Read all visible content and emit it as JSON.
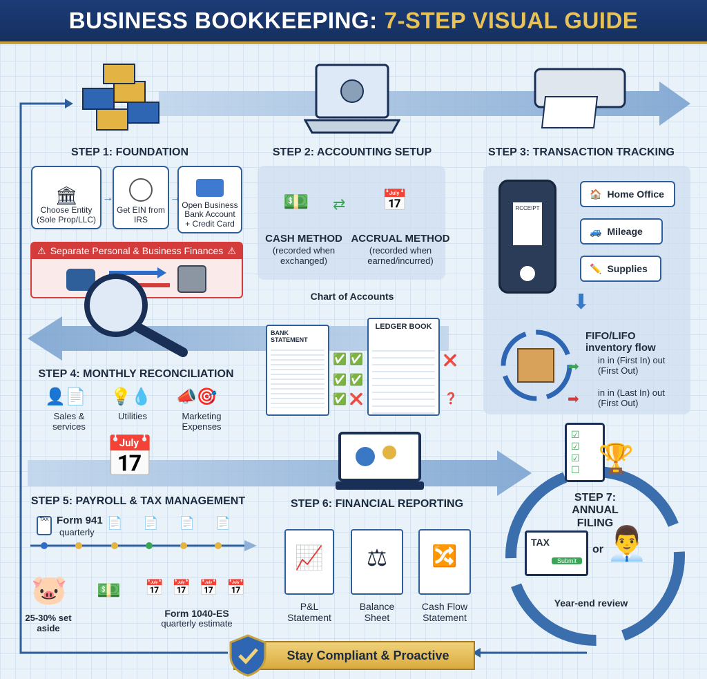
{
  "header": {
    "title_main": "BUSINESS BOOKKEEPING:",
    "title_accent": "7-STEP VISUAL GUIDE"
  },
  "step1": {
    "title": "STEP 1: FOUNDATION",
    "cards": [
      "Choose Entity (Sole Prop/LLC)",
      "Get EIN from IRS",
      "Open Business Bank Account + Credit Card"
    ],
    "warning": "Separate Personal & Business Finances"
  },
  "step2": {
    "title": "STEP 2: ACCOUNTING SETUP",
    "cash": {
      "title": "CASH METHOD",
      "note": "(recorded when exchanged)"
    },
    "accrual": {
      "title": "ACCRUAL METHOD",
      "note": "(recorded when earned/incurred)"
    }
  },
  "step3": {
    "title": "STEP 3: TRANSACTION TRACKING",
    "receipt": "RCCEIPT",
    "tags": [
      "Home Office",
      "Mileage",
      "Supplies"
    ],
    "inventory_title": "FIFO/LIFO inventory flow",
    "fifo": "in in (First In) out (First Out)",
    "lifo": "in in (Last In) out (First Out)"
  },
  "chart_of_accounts": {
    "title": "Chart of Accounts",
    "bank_statement": "BANK STATEMENT",
    "ledger": "LEDGER BOOK"
  },
  "step4": {
    "title": "STEP 4: MONTHLY RECONCILIATION",
    "items": [
      "Sales & services",
      "Utilities",
      "Marketing Expenses"
    ]
  },
  "step5": {
    "title": "STEP 5: PAYROLL & TAX MANAGEMENT",
    "form941": "Form 941",
    "form941_note": "quarterly",
    "tax_label": "TAX",
    "set_aside": "25-30% set aside",
    "form1040": "Form 1040-ES",
    "form1040_note": "quarterly estimate"
  },
  "step6": {
    "title": "STEP 6: FINANCIAL REPORTING",
    "docs": [
      "P&L Statement",
      "Balance Sheet",
      "Cash Flow Statement"
    ]
  },
  "step7": {
    "title": "STEP 7: ANNUAL FILING",
    "tax_label": "TAX",
    "submit": "Submit",
    "or": "or",
    "review": "Year-end review"
  },
  "footer": {
    "banner": "Stay Compliant & Proactive"
  },
  "colors": {
    "navy": "#1c3c78",
    "gold": "#e7c25a",
    "blue": "#2e5f9a",
    "red": "#d43c3c",
    "green": "#3aa457"
  }
}
